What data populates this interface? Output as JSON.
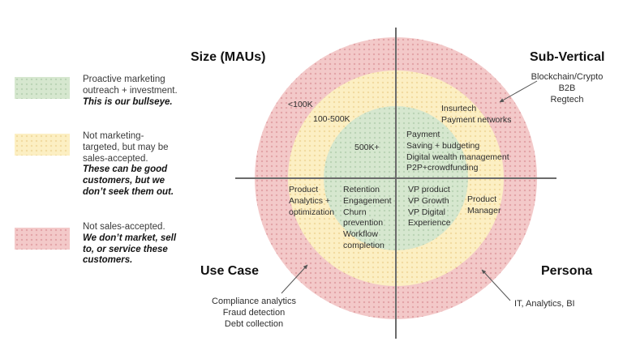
{
  "colors": {
    "green": "#d6e7cf",
    "yellow": "#fcefc3",
    "red": "#f3c9c9",
    "axis_line": "#6b6b6b",
    "arrow": "#555555",
    "text": "#333333",
    "heading_text": "#111111"
  },
  "legend": {
    "items": [
      {
        "swatch": "green",
        "text": "Proactive marketing\noutreach + investment.",
        "emphasis": "This is our bullseye."
      },
      {
        "swatch": "yellow",
        "text": "Not marketing-\ntargeted, but may be\nsales-accepted.",
        "emphasis": "These can be good\ncustomers, but we\ndon’t seek them out."
      },
      {
        "swatch": "red",
        "text": "Not sales-accepted.",
        "emphasis": "We don’t market, sell\nto, or service these\ncustomers."
      }
    ]
  },
  "bullseye": {
    "quadrants": {
      "size": {
        "header": "Size (MAUs)",
        "red_ring": "<100K",
        "yellow_ring": "100-500K",
        "green_center": "500K+"
      },
      "sub_vertical": {
        "header": "Sub-Vertical",
        "yellow_ring": "Insurtech\nPayment networks",
        "green_center": "Payment\nSaving + budgeting\nDigital wealth management\nP2P+crowdfunding",
        "outside_note": "Blockchain/Crypto\nB2B\nRegtech"
      },
      "use_case": {
        "header": "Use Case",
        "yellow_ring": "Product\nAnalytics +\noptimization",
        "green_center": "Retention\nEngagement\nChurn\nprevention\nWorkflow\ncompletion",
        "outside_note": "Compliance analytics\nFraud detection\nDebt collection"
      },
      "persona": {
        "header": "Persona",
        "green_center": "VP product\nVP Growth\nVP Digital\nExperience",
        "yellow_ring": "Product\nManager",
        "outside_note": "IT, Analytics, BI"
      }
    }
  }
}
